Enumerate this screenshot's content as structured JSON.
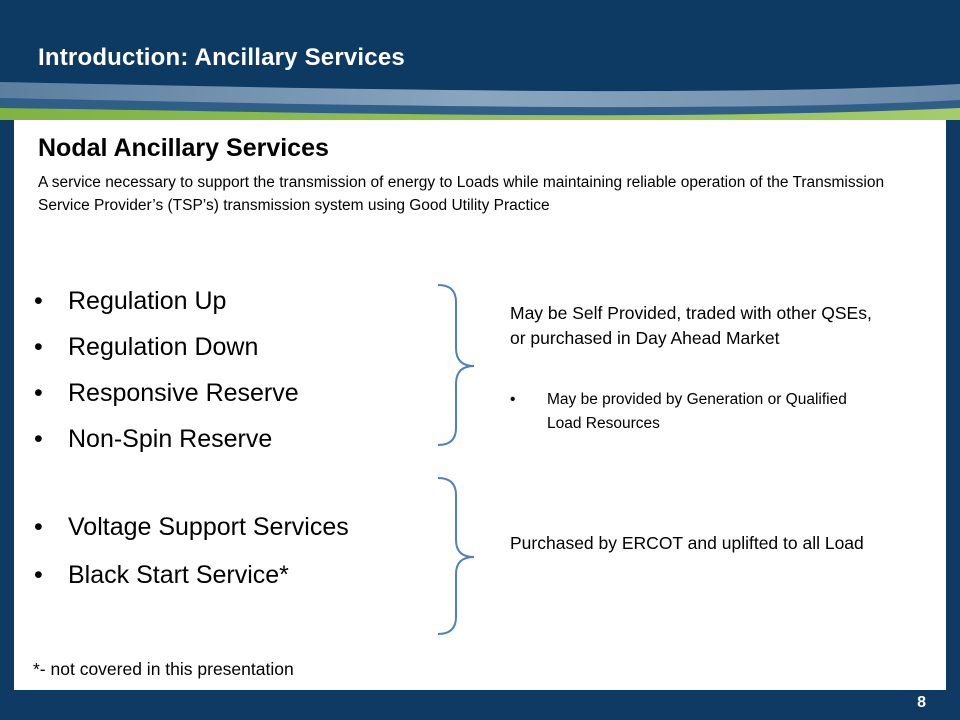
{
  "header": {
    "title": "Introduction: Ancillary Services"
  },
  "section": {
    "title": "Nodal Ancillary Services",
    "definition": "A service necessary to support the transmission of energy to Loads while maintaining reliable operation of the Transmission Service Provider’s (TSP’s) transmission system using Good Utility Practice"
  },
  "group1": {
    "items": [
      "Regulation Up",
      "Regulation Down",
      "Responsive Reserve",
      "Non-Spin Reserve"
    ],
    "note": "May be Self Provided, traded with other QSEs, or purchased in Day Ahead Market",
    "sub_note": "May be provided by Generation or Qualified Load Resources"
  },
  "group2": {
    "items": [
      "Voltage Support Services",
      " Black Start Service*"
    ],
    "note": "Purchased by ERCOT and uplifted to all Load"
  },
  "footnote": "*- not covered in this presentation",
  "page_number": "8",
  "colors": {
    "header_navy": "#0d3a63",
    "accent_green": "#7fb342",
    "brace_blue": "#4f81bd"
  }
}
